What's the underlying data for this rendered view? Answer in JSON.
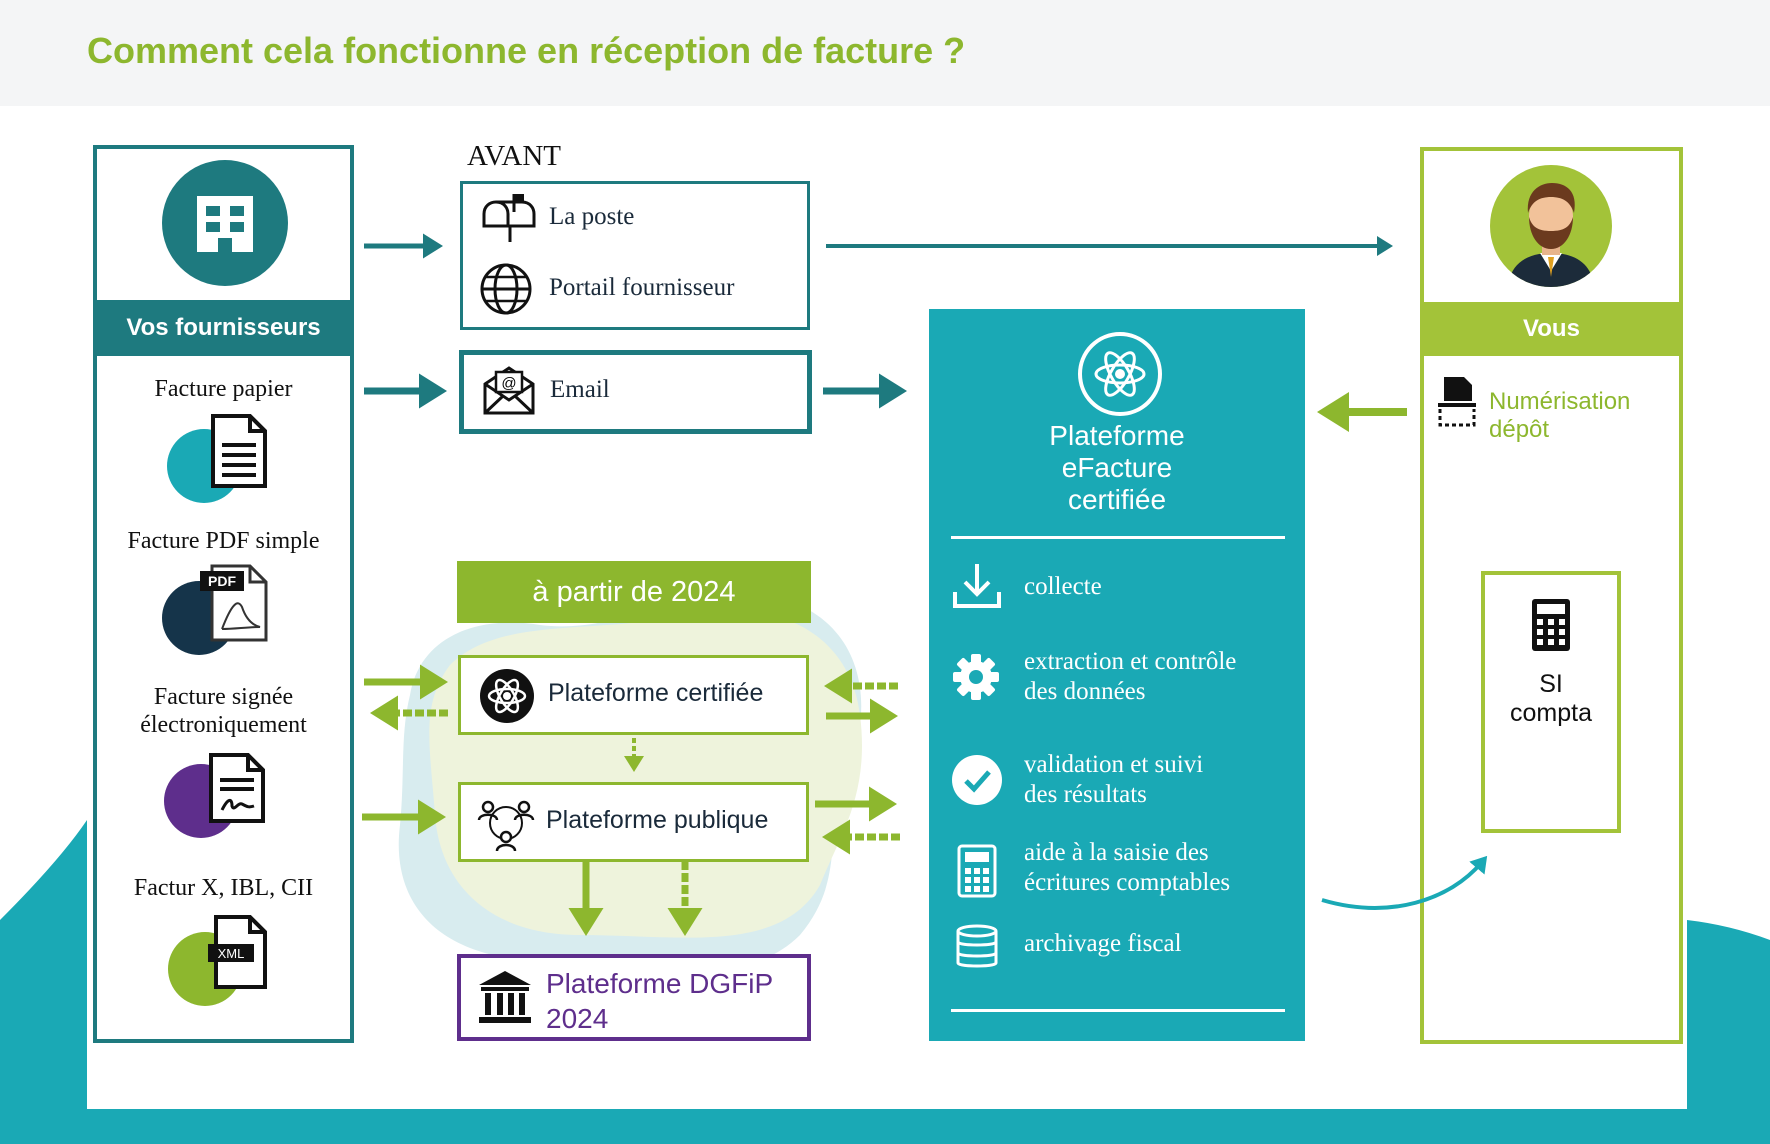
{
  "title": "Comment cela fonctionne en réception de facture ?",
  "suppliers": {
    "header": "Vos fournisseurs",
    "items": [
      {
        "label": "Facture papier",
        "color": "#1AA9B5",
        "icon": "paper-document-icon"
      },
      {
        "label": "Facture PDF simple",
        "color": "#15344A",
        "icon": "pdf-document-icon"
      },
      {
        "label": "Facture signée électroniquement",
        "color": "#5E2E8C",
        "icon": "signed-document-icon"
      },
      {
        "label": "Factur X, IBL, CII",
        "color": "#8DB72E",
        "icon": "xml-document-icon",
        "badge": "XML"
      }
    ]
  },
  "avant": {
    "label": "AVANT",
    "channels": [
      {
        "label": "La poste",
        "icon": "mailbox-icon"
      },
      {
        "label": "Portail fournisseur",
        "icon": "globe-icon"
      },
      {
        "label": "Email",
        "icon": "email-icon"
      }
    ]
  },
  "from_2024": {
    "label": "à partir de 2024",
    "certified_platform": "Plateforme certifiée",
    "public_platform": "Plateforme publique",
    "dgfip": {
      "line1": "Plateforme DGFiP",
      "line2": "2024"
    }
  },
  "platform": {
    "name_lines": [
      "Plateforme",
      "eFacture",
      "certifiée"
    ],
    "features": [
      {
        "text": "collecte",
        "icon": "download-icon"
      },
      {
        "text": "extraction et contrôle\ndes données",
        "icon": "gear-icon"
      },
      {
        "text": "validation et suivi\ndes résultats",
        "icon": "check-circle-icon"
      },
      {
        "text": "aide à la saisie des\nécritures comptables",
        "icon": "calculator-icon"
      },
      {
        "text": "archivage fiscal",
        "icon": "database-icon"
      }
    ]
  },
  "vous": {
    "header": "Vous",
    "scan_label": "Numérisation\ndépôt",
    "compta": "SI\ncompta"
  },
  "colors": {
    "teal_dark": "#1E7A7F",
    "teal": "#1AA9B5",
    "green": "#8DB72E",
    "green_light": "#A3C339",
    "purple": "#5E2E8C"
  }
}
